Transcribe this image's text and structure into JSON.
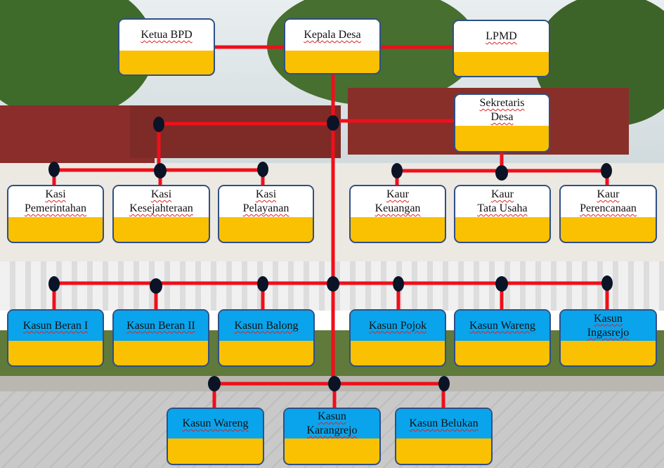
{
  "colors": {
    "connector": "#ef0f1a",
    "node": "#0b1326",
    "top": "#ffffff",
    "bottom_band": "#f9c102",
    "blue_header": "#0aa4ec",
    "border": "#2f4f86"
  },
  "nodes": {
    "ketua_bpd": "Ketua BPD",
    "kepala_desa": "Kepala Desa",
    "lpmd": "LPMD",
    "sekretaris_desa": [
      "Sekretaris",
      "Desa"
    ],
    "kasi_pemerintahan": [
      "Kasi",
      "Pemerintahan"
    ],
    "kasi_kesejahteraan": [
      "Kasi",
      "Kesejahteraan"
    ],
    "kasi_pelayanan": [
      "Kasi",
      "Pelayanan"
    ],
    "kaur_keuangan": [
      "Kaur",
      "Keuangan"
    ],
    "kaur_tata_usaha": [
      "Kaur",
      "Tata Usaha"
    ],
    "kaur_perencanaan": [
      "Kaur",
      "Perencanaan"
    ],
    "kasun_beran_1": "Kasun Beran I",
    "kasun_beran_2": "Kasun Beran II",
    "kasun_balong": "Kasun Balong",
    "kasun_pojok": "Kasun Pojok",
    "kasun_wareng_1": "Kasun Wareng",
    "kasun_ingasrejo": [
      "Kasun",
      "Ingasrejo"
    ],
    "kasun_wareng_2": "Kasun Wareng",
    "kasun_karangrejo": [
      "Kasun",
      "Karangrejo"
    ],
    "kasun_belukan": "Kasun Belukan"
  }
}
